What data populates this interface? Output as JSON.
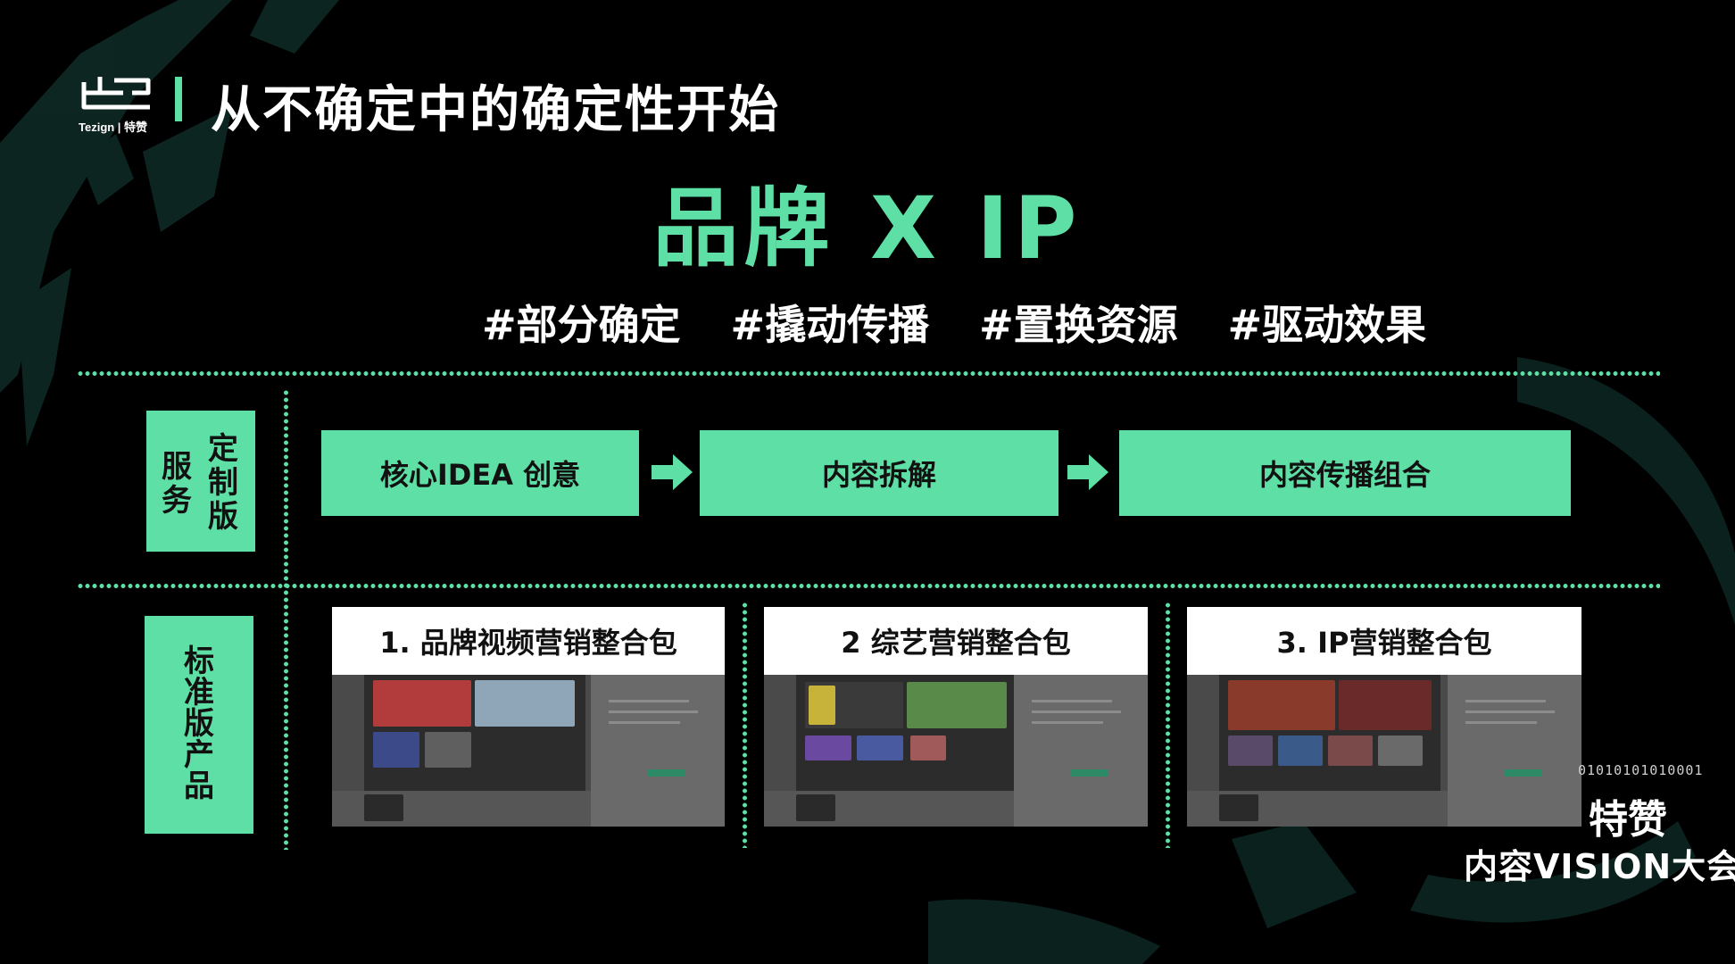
{
  "header": {
    "logo_text": "Tezign | 特赞",
    "title": "从不确定中的确定性开始"
  },
  "hero": "品牌 X IP",
  "tags": [
    "#部分确定",
    "#撬动传播",
    "#置换资源",
    "#驱动效果"
  ],
  "custom_service": {
    "label_col1": "服务",
    "label_col2": "定制版",
    "steps": [
      "核心IDEA 创意",
      "内容拆解",
      "内容传播组合"
    ]
  },
  "standard_product": {
    "label": "标准版产品",
    "packages": [
      {
        "title": "1. 品牌视频营销整合包"
      },
      {
        "title": "2 综艺营销整合包"
      },
      {
        "title": "3. IP营销整合包"
      }
    ]
  },
  "event": {
    "binary": "01010101010001",
    "brand": "特赞",
    "name": "内容VISION大会"
  },
  "colors": {
    "accent": "#5ddfa5",
    "background": "#000000"
  }
}
